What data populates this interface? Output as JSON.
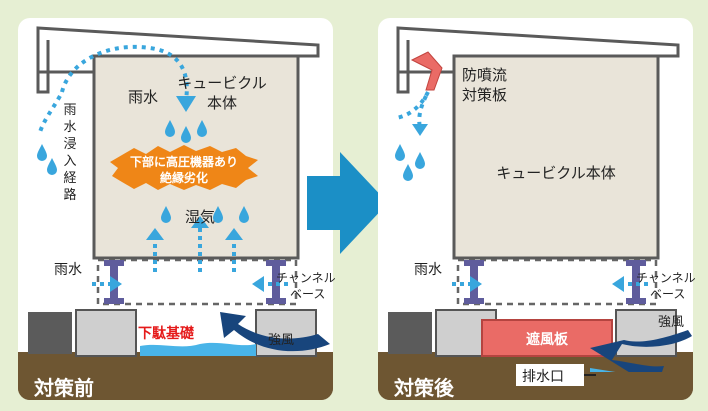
{
  "before": {
    "rain_top": "雨水",
    "cubicle_body_l1": "キュービクル",
    "cubicle_body_l2": "本体",
    "intrusion_route_chars": [
      "雨",
      "水",
      "浸",
      "入",
      "経",
      "路"
    ],
    "warning_l1": "下部に高圧機器あり",
    "warning_l2": "絶縁劣化",
    "humidity": "湿気",
    "rain_side": "雨水",
    "channel_l1": "チャンネル",
    "channel_l2": "ベース",
    "foundation": "下駄基礎",
    "strong_wind": "強風",
    "caption": "対策前"
  },
  "after": {
    "spray_plate_l1": "防噴流",
    "spray_plate_l2": "対策板",
    "cubicle_body": "キュービクル本体",
    "rain_side": "雨水",
    "channel_l1": "チャンネル",
    "channel_l2": "ベース",
    "wind_plate": "遮風板",
    "strong_wind": "強風",
    "drain": "排水口",
    "caption": "対策後"
  },
  "colors": {
    "background": "#e6efd3",
    "panel": "#ffffff",
    "cubicle": "#e9e4d9",
    "outline": "#5a5a5a",
    "rain_blue": "#39a6dd",
    "steel": "#5f5c9c",
    "ground": "#6e5632",
    "warning_orange": "#ef8617",
    "arrow_blue": "#1b8fc6",
    "wind_plate_red": "#ea6b66",
    "foundation_red_text": "#e51a1a",
    "wind_arrow_dark": "#18457c"
  }
}
